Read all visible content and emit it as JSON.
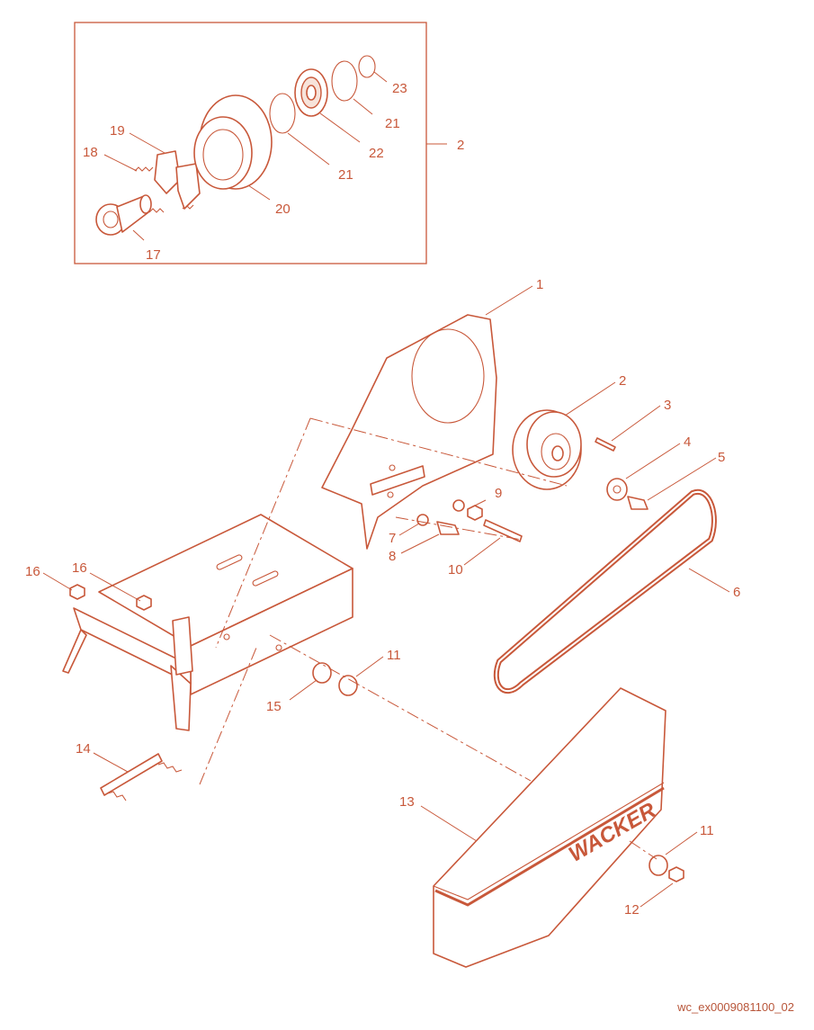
{
  "figure_id": "wc_ex0009081100_02",
  "brand_text": "WACKER",
  "colors": {
    "line": "#c8583a",
    "background": "#ffffff"
  },
  "callouts": {
    "c1": "1",
    "c2": "2",
    "c2b": "2",
    "c3": "3",
    "c4": "4",
    "c5": "5",
    "c6": "6",
    "c7": "7",
    "c8": "8",
    "c9": "9",
    "c10": "10",
    "c11": "11",
    "c11b": "11",
    "c12": "12",
    "c13": "13",
    "c14": "14",
    "c15": "15",
    "c16": "16",
    "c16b": "16",
    "c17": "17",
    "c18": "18",
    "c19": "19",
    "c20": "20",
    "c21": "21",
    "c21b": "21",
    "c22": "22",
    "c23": "23"
  }
}
